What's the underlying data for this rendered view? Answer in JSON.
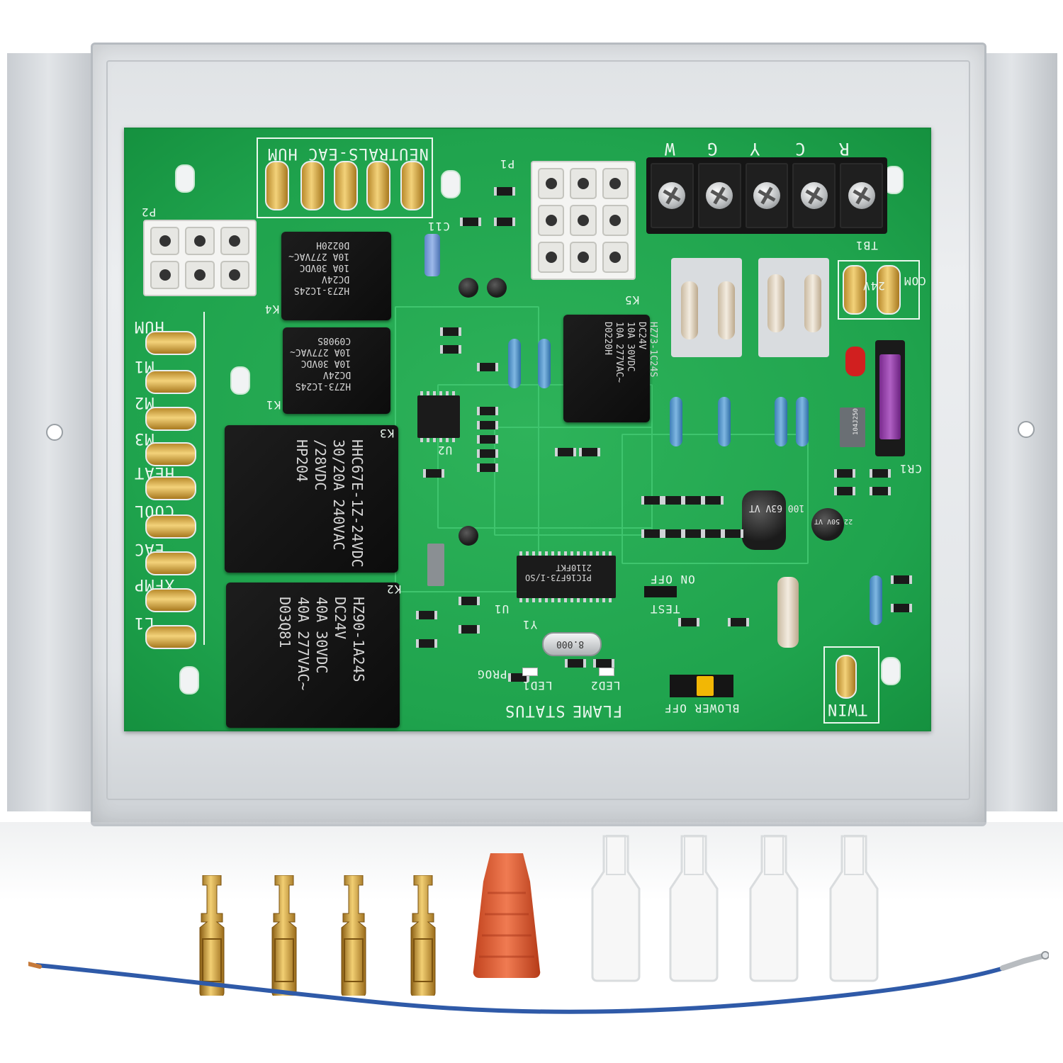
{
  "board": {
    "top_header": "NEUTRALS-EAC  HUM",
    "p1": "P1",
    "p2": "P2",
    "tb1": "TB1",
    "tb_letters": [
      "W",
      "G",
      "Y",
      "C",
      "R"
    ],
    "side_terminals": [
      "HUM",
      "M1",
      "M2",
      "M3",
      "HEAT",
      "COOL",
      "EAC",
      "XFMP",
      "L1"
    ],
    "com_label": "COM",
    "v24_label": "24V",
    "twin_label": "TWIN",
    "status_label": "STATUS",
    "flame_label": "FLAME",
    "blower_label": "BLOWER OFF",
    "test_label": "TEST",
    "on_off_label": "ON OFF",
    "prog_label": "PROG",
    "led1": "LED1",
    "led2": "LED2",
    "k1": "K1",
    "k2": "K2",
    "k3": "K3",
    "k4": "K4",
    "k5": "K5",
    "u1": "U1",
    "u2": "U2",
    "y1": "Y1",
    "c11": "C11",
    "cr1": "CR1"
  },
  "relays": {
    "small_k4": [
      "HZ73-1C24S",
      "DC24V",
      "10A 30VDC",
      "10A 277VAC~",
      "D0220H"
    ],
    "small_k1": [
      "HZ73-1C24S",
      "DC24V",
      "10A 30VDC",
      "10A 277VAC~",
      "C0908S"
    ],
    "small_k5": [
      "HZ73-1C24S",
      "DC24V",
      "10A 30VDC",
      "10A 277VAC~",
      "D0220H"
    ],
    "large_k3": [
      "HHC67E-1Z-24VDC",
      "30/20A  240VAC",
      "/28VDC",
      "HP204"
    ],
    "large_k2": [
      "HZ90-1A24S",
      "DC24V",
      "40A  30VDC",
      "40A 277VAC~",
      "D03Q81"
    ]
  },
  "ics": {
    "u1_marking": "PIC16F73-I/SO",
    "u1_code": "2110FKT",
    "crystal": "8.000",
    "cap_c7": "100 63V VT",
    "cap_c2": "22 50V VT",
    "tantalum": "104J250"
  },
  "accessories": {
    "gold_terminals": 4,
    "wire_nut": 1,
    "insulators": 4,
    "wire": 1
  }
}
